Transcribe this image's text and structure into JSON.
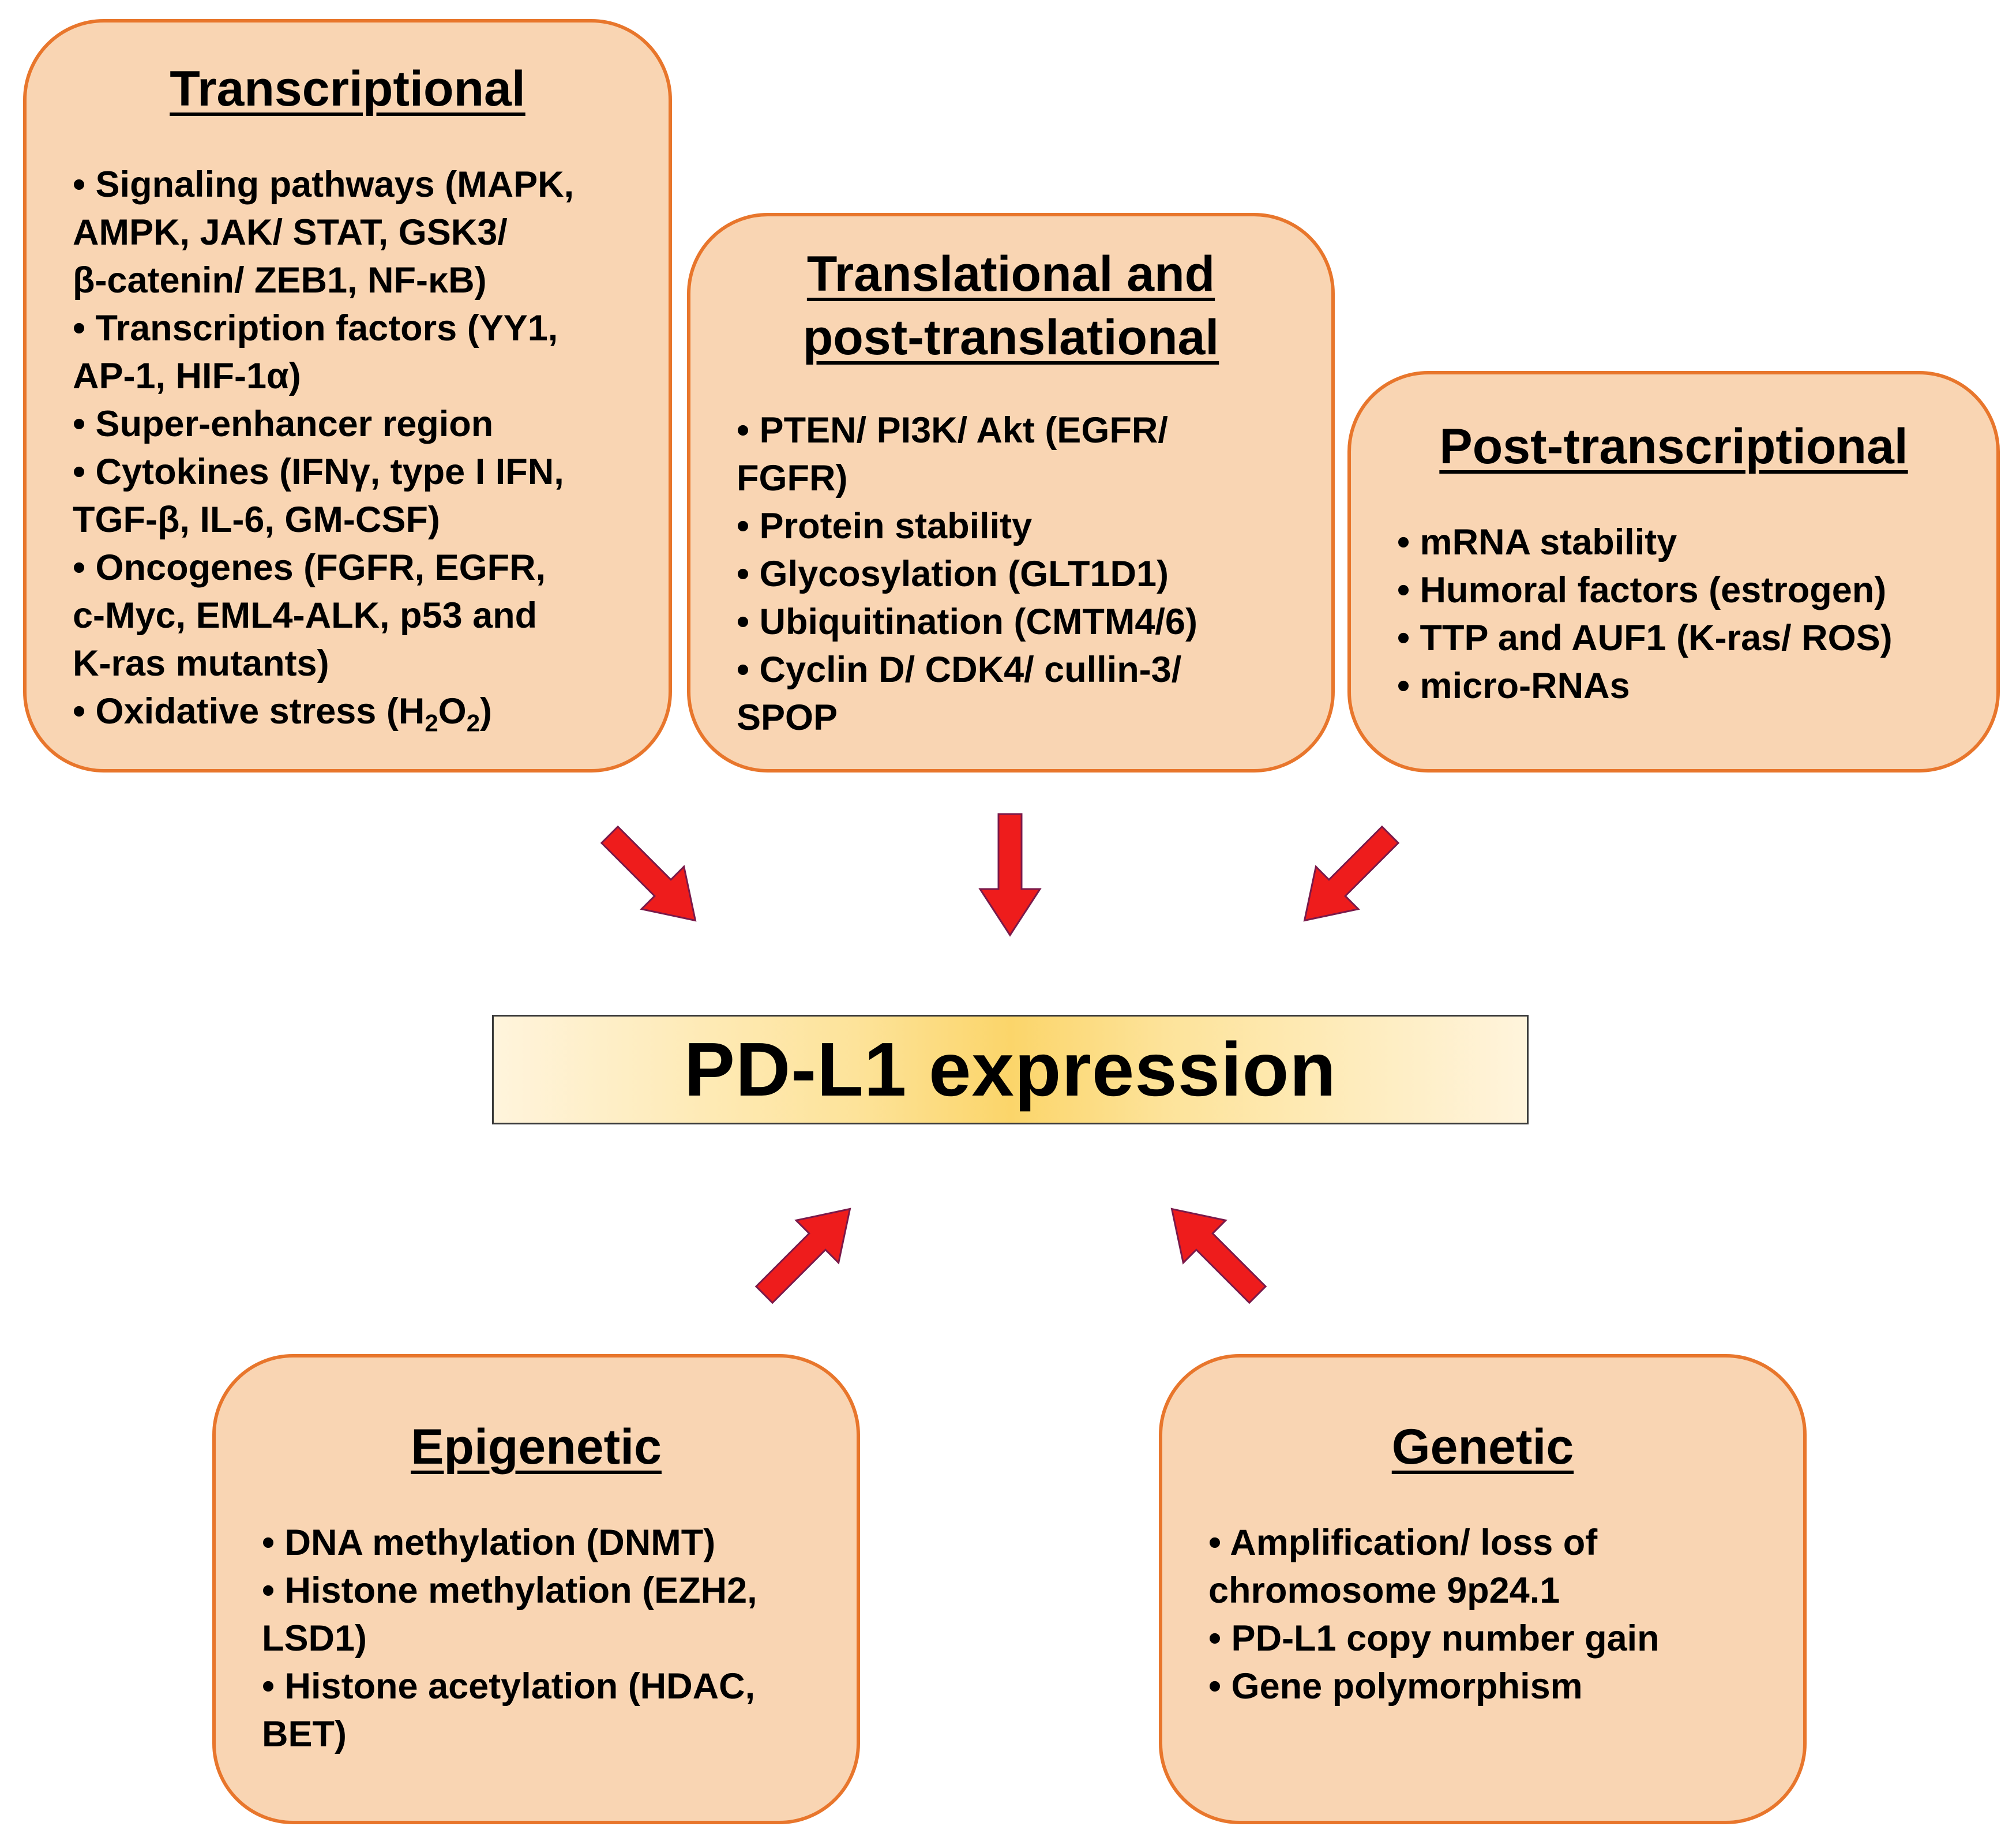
{
  "center": {
    "label": "PD-L1 expression"
  },
  "arrow_color": "#ee1c1c",
  "arrow_outline_color": "#7a1a4a",
  "box_fill_color": "#f9d5b3",
  "box_border_color": "#e8762c",
  "boxes": {
    "transcriptional": {
      "title": "Transcriptional",
      "lines": [
        "• Signaling pathways (MAPK,",
        "AMPK, JAK/ STAT, GSK3/",
        "β-catenin/ ZEB1, NF-κB)",
        "• Transcription factors (YY1,",
        "AP-1, HIF-1α)",
        "• Super-enhancer region",
        "• Cytokines (IFNγ, type I IFN,",
        "TGF-β, IL-6, GM-CSF)",
        "• Oncogenes (FGFR, EGFR,",
        "c-Myc, EML4-ALK, p53 and",
        "K-ras mutants)"
      ],
      "last_line": {
        "prefix": "• Oxidative stress (H",
        "sub1": "2",
        "mid": "O",
        "sub2": "2",
        "suffix": ")"
      }
    },
    "translational": {
      "title_line1": "Translational and",
      "title_line2": "post-translational",
      "lines": [
        "• PTEN/ PI3K/ Akt (EGFR/",
        "FGFR)",
        "• Protein stability",
        "• Glycosylation (GLT1D1)",
        "• Ubiquitination (CMTM4/6)",
        "• Cyclin D/ CDK4/ cullin-3/",
        "SPOP"
      ]
    },
    "post_transcriptional": {
      "title": "Post-transcriptional",
      "lines": [
        "• mRNA stability",
        "• Humoral factors (estrogen)",
        "• TTP and AUF1 (K-ras/ ROS)",
        "• micro-RNAs"
      ]
    },
    "epigenetic": {
      "title": "Epigenetic",
      "lines": [
        "• DNA methylation (DNMT)",
        "• Histone methylation (EZH2,",
        "LSD1)",
        "• Histone acetylation (HDAC,",
        "BET)"
      ]
    },
    "genetic": {
      "title": "Genetic",
      "lines": [
        "• Amplification/ loss of",
        "chromosome 9p24.1",
        "• PD-L1 copy number gain",
        "• Gene polymorphism"
      ]
    }
  }
}
